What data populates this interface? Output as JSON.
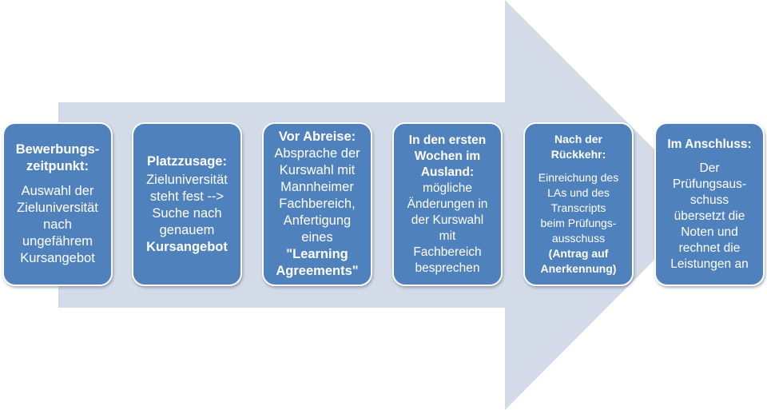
{
  "colors": {
    "arrow": "#d3dbe8",
    "box": "#4f81bd",
    "text": "#ffffff"
  },
  "steps": [
    {
      "title": "Bewerbungs-zeitpunkt:",
      "lines": [
        "Auswahl der",
        "Zieluniversität",
        "nach",
        "ungefährem",
        "Kursangebot"
      ],
      "bold": ""
    },
    {
      "title": "Platzzusage:",
      "lines": [
        "Zieluniversität",
        "steht fest -->",
        "Suche nach",
        "genauem"
      ],
      "bold": "Kursangebot"
    },
    {
      "title": "Vor Abreise:",
      "lines": [
        "Absprache der",
        "Kurswahl mit",
        "Mannheimer",
        "Fachbereich,",
        "Anfertigung",
        "eines"
      ],
      "bold": "\"Learning Agreements\""
    },
    {
      "title": "In den ersten Wochen im Ausland:",
      "lines": [
        "mögliche",
        "Änderungen in",
        "der Kurswahl",
        "mit",
        "Fachbereich",
        "besprechen"
      ],
      "bold": ""
    },
    {
      "title": "Nach der Rückkehr:",
      "lines": [
        "Einreichung des",
        "LAs und des",
        "Transcripts",
        "beim Prüfungs-",
        "ausschuss"
      ],
      "bold": "(Antrag auf Anerkennung)"
    },
    {
      "title": "Im Anschluss:",
      "lines": [
        "Der",
        "Prüfungsaus-",
        "schuss",
        "übersetzt die",
        "Noten und",
        "rechnet die",
        "Leistungen an"
      ],
      "bold": ""
    }
  ]
}
